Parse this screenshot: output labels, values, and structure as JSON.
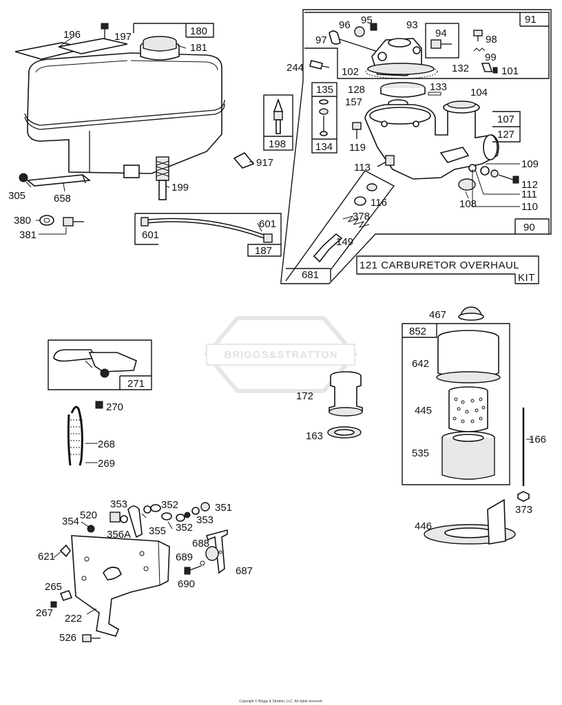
{
  "watermark": {
    "brand": "BRIGGS&STRATTON"
  },
  "copyright": "Copyright © Briggs & Stratton, LLC. All rights reserved.",
  "kit": {
    "line1": "121 CARBURETOR OVERHAUL",
    "line2": "KIT"
  },
  "parts": {
    "p196": "196",
    "p197": "197",
    "p180": "180",
    "p181": "181",
    "p305": "305",
    "p658": "658",
    "p199": "199",
    "p380": "380",
    "p381": "381",
    "p198": "198",
    "p917": "917",
    "p601a": "601",
    "p601b": "601",
    "p187": "187",
    "p91": "91",
    "p96": "96",
    "p95": "95",
    "p93": "93",
    "p94": "94",
    "p98": "98",
    "p97": "97",
    "p244": "244",
    "p102": "102",
    "p99": "99",
    "p132": "132",
    "p101": "101",
    "p135": "135",
    "p128": "128",
    "p133": "133",
    "p104": "104",
    "p157": "157",
    "p107": "107",
    "p127": "127",
    "p134": "134",
    "p119": "119",
    "p113": "113",
    "p109": "109",
    "p112": "112",
    "p111": "111",
    "p110": "110",
    "p108": "108",
    "p116": "116",
    "p378": "378",
    "p149": "149",
    "p90": "90",
    "p681": "681",
    "p271": "271",
    "p270": "270",
    "p268": "268",
    "p269": "269",
    "p172": "172",
    "p163": "163",
    "p467": "467",
    "p852": "852",
    "p642": "642",
    "p445": "445",
    "p535": "535",
    "p166": "166",
    "p373": "373",
    "p446": "446",
    "p353a": "353",
    "p352a": "352",
    "p351": "351",
    "p354": "354",
    "p520": "520",
    "p356a": "356A",
    "p355": "355",
    "p352b": "352",
    "p353b": "353",
    "p621": "621",
    "p688": "688",
    "p689": "689",
    "p687": "687",
    "p690": "690",
    "p265": "265",
    "p267": "267",
    "p222": "222",
    "p526": "526"
  }
}
